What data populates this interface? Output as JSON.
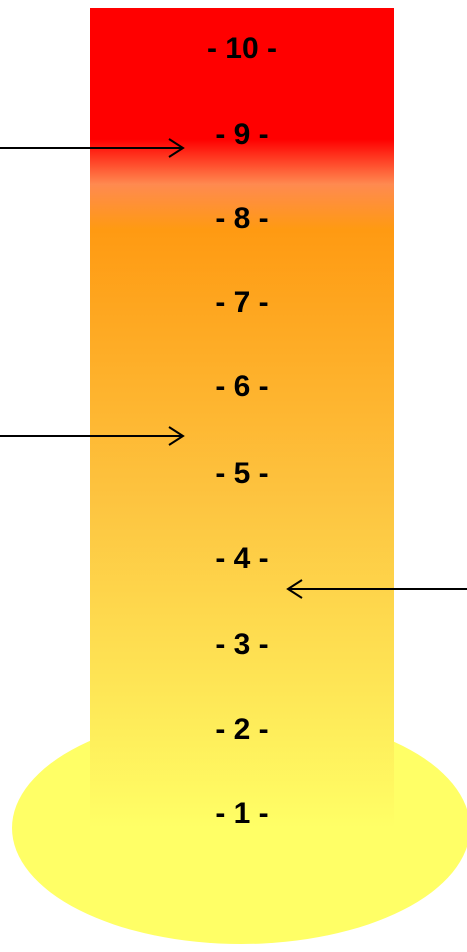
{
  "colors": {
    "background": "#ffffff",
    "base_ellipse": "#ffff66",
    "column_top_red": "#ff0000",
    "column_orange": "#ff9a12",
    "column_bottom_yellow": "#ffff66",
    "arrows": "#000000",
    "label_text": "#000000"
  },
  "levels": [
    "- 10 -",
    "- 9 -",
    "- 8 -",
    "- 7 -",
    "- 6 -",
    "- 5 -",
    "- 4 -",
    "- 3 -",
    "- 2 -",
    "- 1 -"
  ],
  "arrows": [
    {
      "from_side": "left",
      "pointing": "right",
      "target_level": 9
    },
    {
      "from_side": "left",
      "pointing": "right",
      "target_level": 5.5
    },
    {
      "from_side": "right",
      "pointing": "left",
      "target_level": 3.7
    }
  ]
}
